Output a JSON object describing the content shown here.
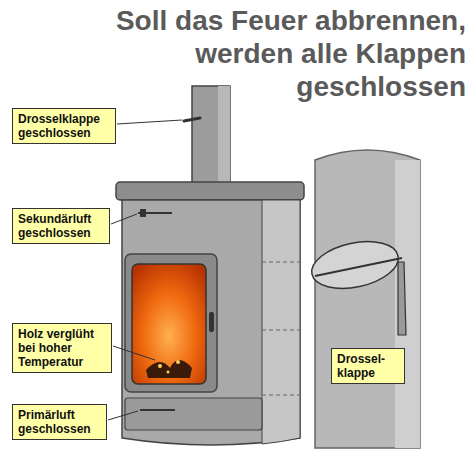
{
  "diagram": {
    "title": "Soll das Feuer abbrennen, werden alle Klappen geschlossen",
    "nodes": [
      {
        "text": [
          "Drosselklappe geschlossen"
        ]
      },
      {
        "text": [
          "Sekundärluft geschlossen"
        ]
      },
      {
        "text": [
          "Holz verglüht bei hoher Temperatur"
        ]
      },
      {
        "text": [
          "Primärluft geschlossen"
        ]
      },
      {
        "text": [
          "Drossel- klappe"
        ]
      }
    ]
  }
}
